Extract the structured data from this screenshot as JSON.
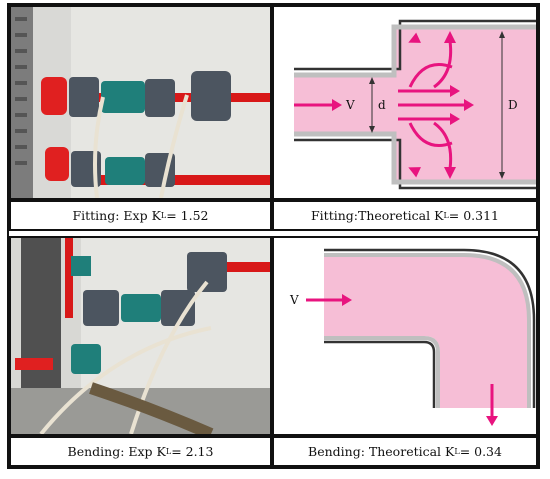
{
  "panels": [
    {
      "kind": "photo",
      "subject": "fitting",
      "caption": {
        "prefix": "Fitting: Exp K",
        "subscript": "L",
        "suffix": " = 1.52"
      }
    },
    {
      "kind": "diagram",
      "subject": "sudden-expansion",
      "labels": {
        "velocity": "V",
        "small_diameter": "d",
        "large_diameter": "D"
      },
      "caption": {
        "prefix": "Fitting:Theoretical K",
        "subscript": "L",
        "suffix": " = 0.311"
      }
    },
    {
      "kind": "photo",
      "subject": "bend",
      "caption": {
        "prefix": "Bending: Exp K",
        "subscript": "L",
        "suffix": " = 2.13"
      }
    },
    {
      "kind": "diagram",
      "subject": "pipe-bend",
      "labels": {
        "velocity": "V"
      },
      "caption": {
        "prefix": "Bending: Theoretical K",
        "subscript": "L",
        "suffix": " = 0.34"
      }
    }
  ],
  "colors": {
    "fluid": "#f6bed6",
    "arrow": "#e8147f",
    "wall": "#333333",
    "wall_inner": "#bfbfbf",
    "pipe_red": "#d81818",
    "fitting_teal": "#1f7f7a",
    "valve_gray": "#4c5560"
  }
}
